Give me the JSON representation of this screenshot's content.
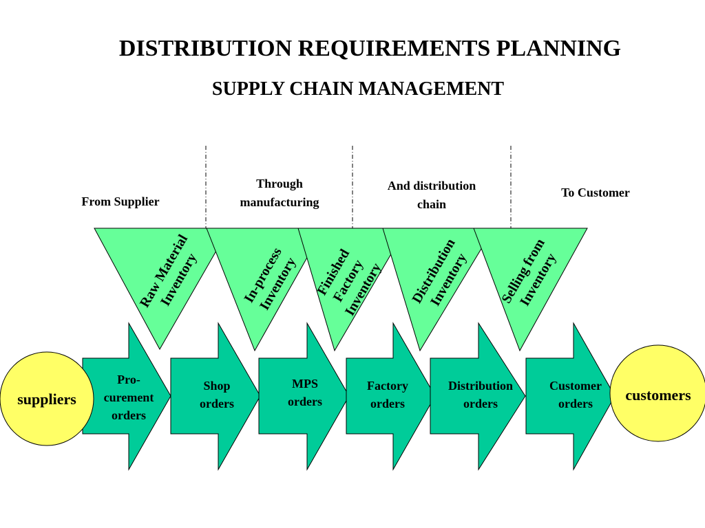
{
  "title": "DISTRIBUTION REQUIREMENTS PLANNING",
  "subtitle": "SUPPLY CHAIN MANAGEMENT",
  "stages": [
    "From Supplier",
    "Through\nmanufacturing",
    "And distribution\nchain",
    "To Customer"
  ],
  "inventories": [
    [
      "Raw Material",
      "Inventory"
    ],
    [
      "In-process",
      "Inventory"
    ],
    [
      "Finished",
      "Factory",
      "Inventory"
    ],
    [
      "Distribution",
      "Inventory"
    ],
    [
      "Selling from",
      "Inventory"
    ]
  ],
  "orders": [
    [
      "Pro-",
      "curement",
      "orders"
    ],
    [
      "Shop",
      "orders"
    ],
    [
      "MPS",
      "orders"
    ],
    [
      "Factory",
      "orders"
    ],
    [
      "Distribution",
      "orders"
    ],
    [
      "Customer",
      "orders"
    ]
  ],
  "endpoints": {
    "start": "suppliers",
    "end": "customers"
  },
  "colors": {
    "triangle_fill": "#66ff99",
    "arrow_fill": "#00cc99",
    "circle_fill": "#ffff66",
    "stroke": "#000000"
  }
}
